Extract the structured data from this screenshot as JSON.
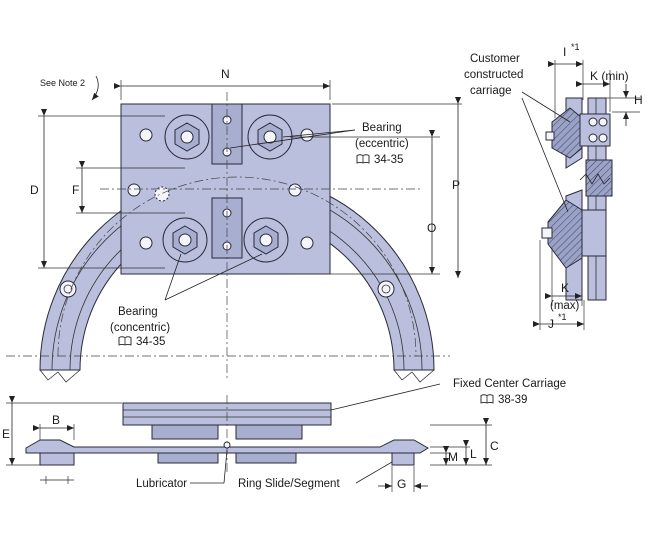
{
  "notes": {
    "see_note": "See Note 2"
  },
  "dimensions": {
    "N": "N",
    "D": "D",
    "F": "F",
    "O": "O",
    "P": "P",
    "I": "I",
    "I_sup": "*1",
    "K_min": "K (min)",
    "H": "H",
    "K": "K",
    "max": "(max)",
    "J": "J",
    "J_sup": "*1",
    "B": "B",
    "E": "E",
    "C": "C",
    "L": "L",
    "M": "M",
    "G": "G"
  },
  "callouts": {
    "bearing_eccentric": {
      "line1": "Bearing",
      "line2": "(eccentric)",
      "ref": "34-35"
    },
    "bearing_concentric": {
      "line1": "Bearing",
      "line2": "(concentric)",
      "ref": "34-35"
    },
    "customer_carriage": {
      "line1": "Customer",
      "line2": "constructed",
      "line3": "carriage"
    },
    "fixed_center": {
      "line1": "Fixed Center Carriage",
      "ref": "38-39"
    },
    "lubricator": "Lubricator",
    "ring_slide": "Ring Slide/Segment"
  },
  "icons": [
    "book-icon",
    "rotation-arrow-icon"
  ],
  "colors": {
    "part_fill": "#b9bfdc",
    "outline": "#2a2a3a"
  }
}
